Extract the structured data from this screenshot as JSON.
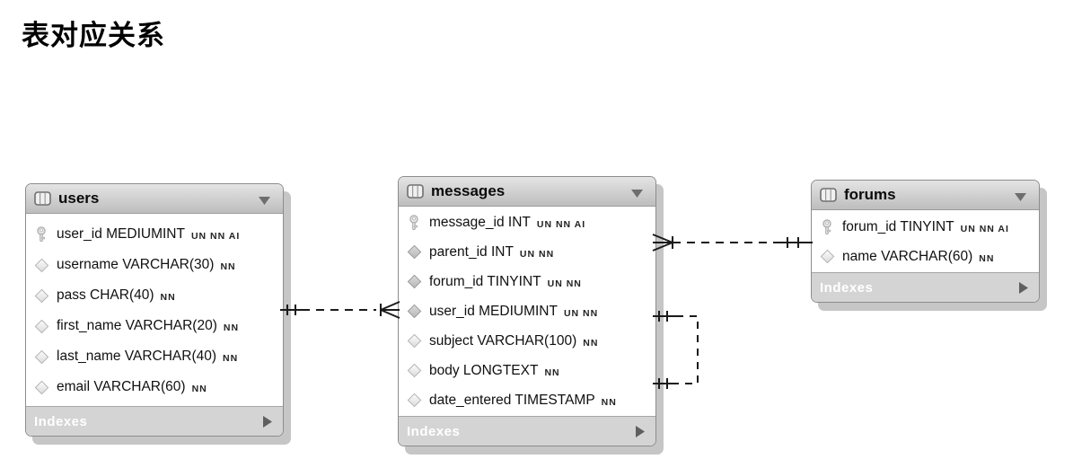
{
  "page": {
    "title": "表对应关系"
  },
  "tables": {
    "users": {
      "title": "users",
      "footer": "Indexes",
      "columns": [
        {
          "icon": "primary-key-icon",
          "name": "user_id MEDIUMINT",
          "flags": "UN NN AI"
        },
        {
          "icon": "column-diamond-icon",
          "name": "username VARCHAR(30)",
          "flags": "NN"
        },
        {
          "icon": "column-diamond-icon",
          "name": "pass CHAR(40)",
          "flags": "NN"
        },
        {
          "icon": "column-diamond-icon",
          "name": "first_name VARCHAR(20)",
          "flags": "NN"
        },
        {
          "icon": "column-diamond-icon",
          "name": "last_name VARCHAR(40)",
          "flags": "NN"
        },
        {
          "icon": "column-diamond-icon",
          "name": "email VARCHAR(60)",
          "flags": "NN"
        }
      ]
    },
    "messages": {
      "title": "messages",
      "footer": "Indexes",
      "columns": [
        {
          "icon": "primary-key-icon",
          "name": "message_id INT",
          "flags": "UN NN AI"
        },
        {
          "icon": "foreign-key-diamond-icon",
          "name": "parent_id INT",
          "flags": "UN NN"
        },
        {
          "icon": "foreign-key-diamond-icon",
          "name": "forum_id TINYINT",
          "flags": "UN NN"
        },
        {
          "icon": "foreign-key-diamond-icon",
          "name": "user_id MEDIUMINT",
          "flags": "UN NN"
        },
        {
          "icon": "column-diamond-icon",
          "name": "subject VARCHAR(100)",
          "flags": "NN"
        },
        {
          "icon": "column-diamond-icon",
          "name": "body LONGTEXT",
          "flags": "NN"
        },
        {
          "icon": "column-diamond-icon",
          "name": "date_entered TIMESTAMP",
          "flags": "NN"
        }
      ]
    },
    "forums": {
      "title": "forums",
      "footer": "Indexes",
      "columns": [
        {
          "icon": "primary-key-icon",
          "name": "forum_id TINYINT",
          "flags": "UN NN AI"
        },
        {
          "icon": "column-diamond-icon",
          "name": "name VARCHAR(60)",
          "flags": "NN"
        }
      ]
    }
  },
  "relationships": [
    {
      "from": "messages.user_id",
      "to": "users.user_id",
      "cardinality": "many-to-one",
      "line_style": "dashed",
      "many_end": "messages",
      "one_end": "users"
    },
    {
      "from": "messages.forum_id",
      "to": "forums.forum_id",
      "cardinality": "many-to-one",
      "line_style": "dashed",
      "many_end": "messages",
      "one_end": "forums"
    },
    {
      "from": "messages.parent_id",
      "to": "messages.message_id",
      "cardinality": "one-to-one self-reference",
      "line_style": "dashed",
      "self": true
    }
  ],
  "colors": {
    "background": "#ffffff",
    "header_gradient_top": "#e4e4e4",
    "header_gradient_bottom": "#bdbdbd",
    "body_background": "#ffffff",
    "footer_background": "#d4d4d4",
    "footer_text": "#ffffff",
    "table_border": "#8d8d8d",
    "drop_shadow": "#c6c6c6",
    "connector_line": "#1b1b1b",
    "triangle": "#6e6e6e"
  }
}
